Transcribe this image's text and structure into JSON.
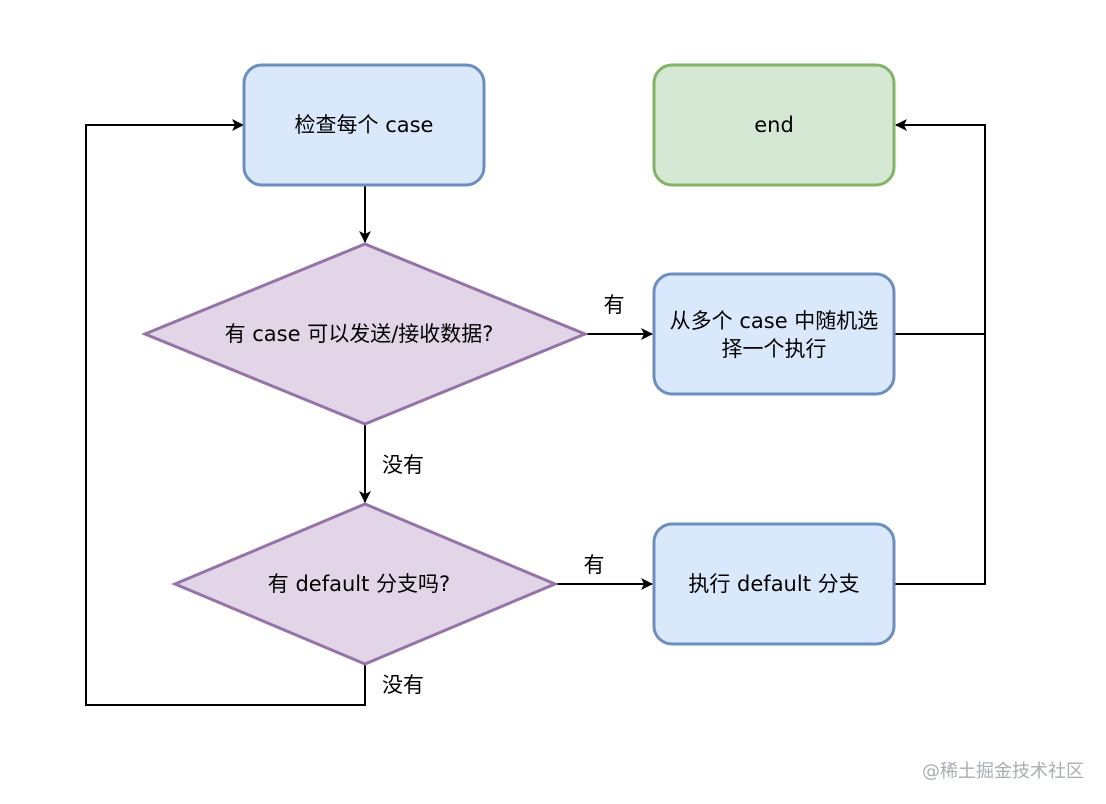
{
  "colors": {
    "process_fill": "#dae8fc",
    "process_stroke": "#6c8ebf",
    "decision_fill": "#e1d5e7",
    "decision_stroke": "#9673a6",
    "end_fill": "#d5e8d4",
    "end_stroke": "#82b366",
    "edge": "#000000",
    "watermark": "#a8adb3"
  },
  "nodes": {
    "check_case": {
      "label": "检查每个 case"
    },
    "end": {
      "label": "end"
    },
    "has_case_decision": {
      "label": "有 case 可以发送/接收数据?"
    },
    "random_select": {
      "label_line1": "从多个 case 中随机选",
      "label_line2": "择一个执行"
    },
    "has_default_decision": {
      "label": "有 default 分支吗?"
    },
    "run_default": {
      "label": "执行 default 分支"
    }
  },
  "edges": {
    "case_yes": {
      "label": "有"
    },
    "case_no": {
      "label": "没有"
    },
    "default_yes": {
      "label": "有"
    },
    "default_no": {
      "label": "没有"
    }
  },
  "watermark": {
    "text": "@稀土掘金技术社区"
  }
}
